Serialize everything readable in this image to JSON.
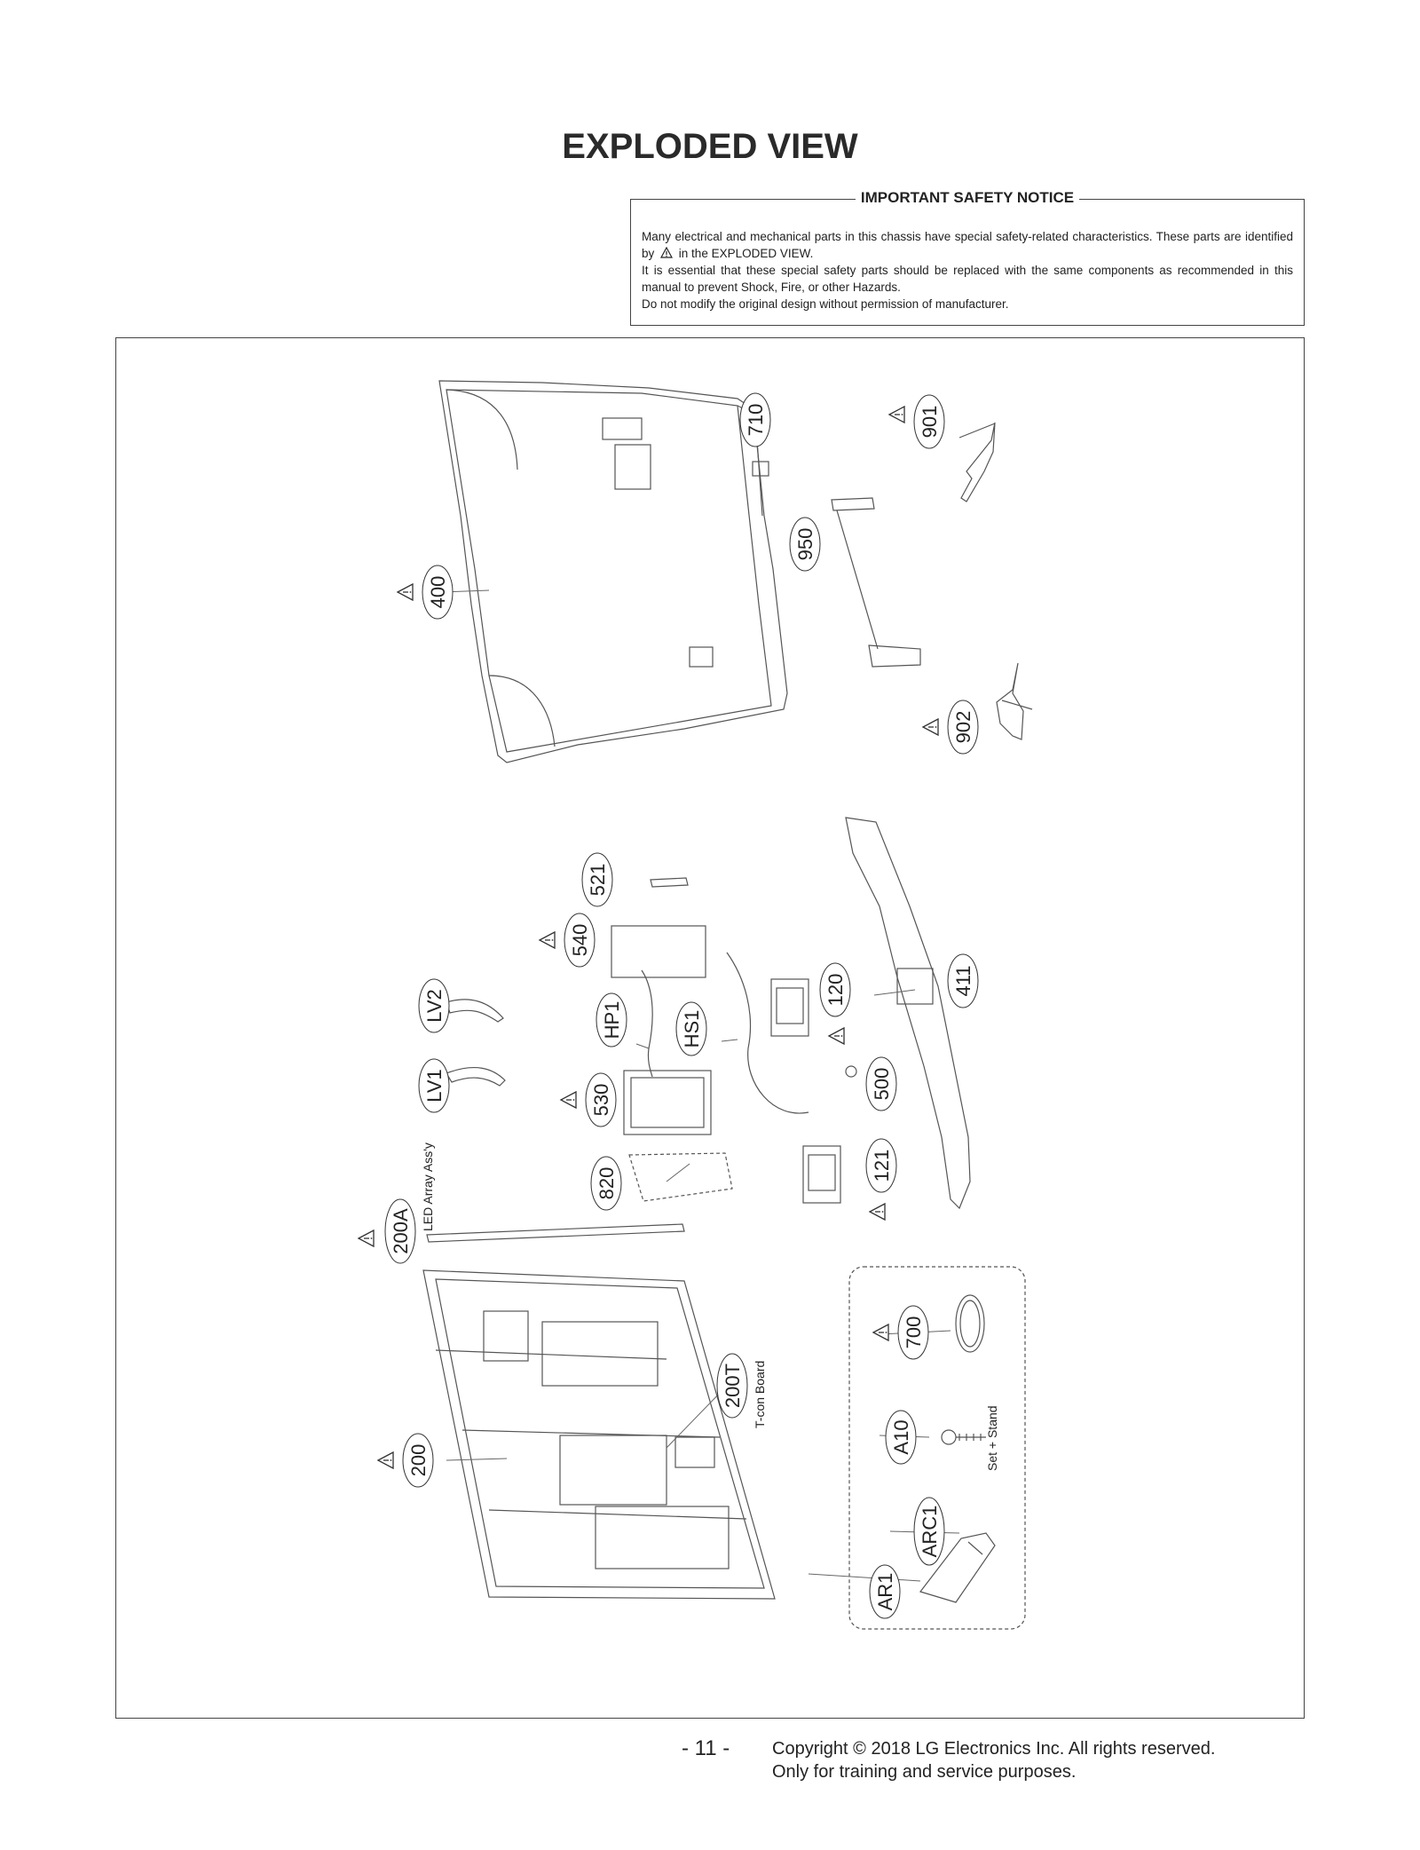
{
  "title": "EXPLODED VIEW",
  "notice": {
    "heading": "IMPORTANT SAFETY NOTICE",
    "line1": "Many electrical and mechanical parts in this chassis have special safety-related characteristics. These parts are identified by",
    "line1b": "in the EXPLODED VIEW.",
    "line2": "It is essential that these special safety parts should be replaced with the same components as recommended in this manual to prevent Shock, Fire, or other Hazards.",
    "line3": "Do not modify the original design without permission of manufacturer."
  },
  "parts": {
    "p710": "710",
    "p901": "901",
    "p950": "950",
    "p400": "400",
    "p902": "902",
    "p521": "521",
    "p540": "540",
    "p411": "411",
    "pLV2": "LV2",
    "pHP1": "HP1",
    "pHS1": "HS1",
    "p120": "120",
    "pLV1": "LV1",
    "p530": "530",
    "p500": "500",
    "p820": "820",
    "p121": "121",
    "p200A": "200A",
    "p700": "700",
    "p200T": "200T",
    "pA10": "A10",
    "p200": "200",
    "pARC1": "ARC1",
    "pAR1": "AR1"
  },
  "annotations": {
    "led_array": "LED Array Ass'y",
    "tcon": "T-con Board",
    "set_stand": "Set + Stand"
  },
  "footer": {
    "page": "- 11 -",
    "copyright": "Copyright © 2018 LG Electronics Inc. All rights reserved.",
    "training": "Only for training and service purposes."
  }
}
